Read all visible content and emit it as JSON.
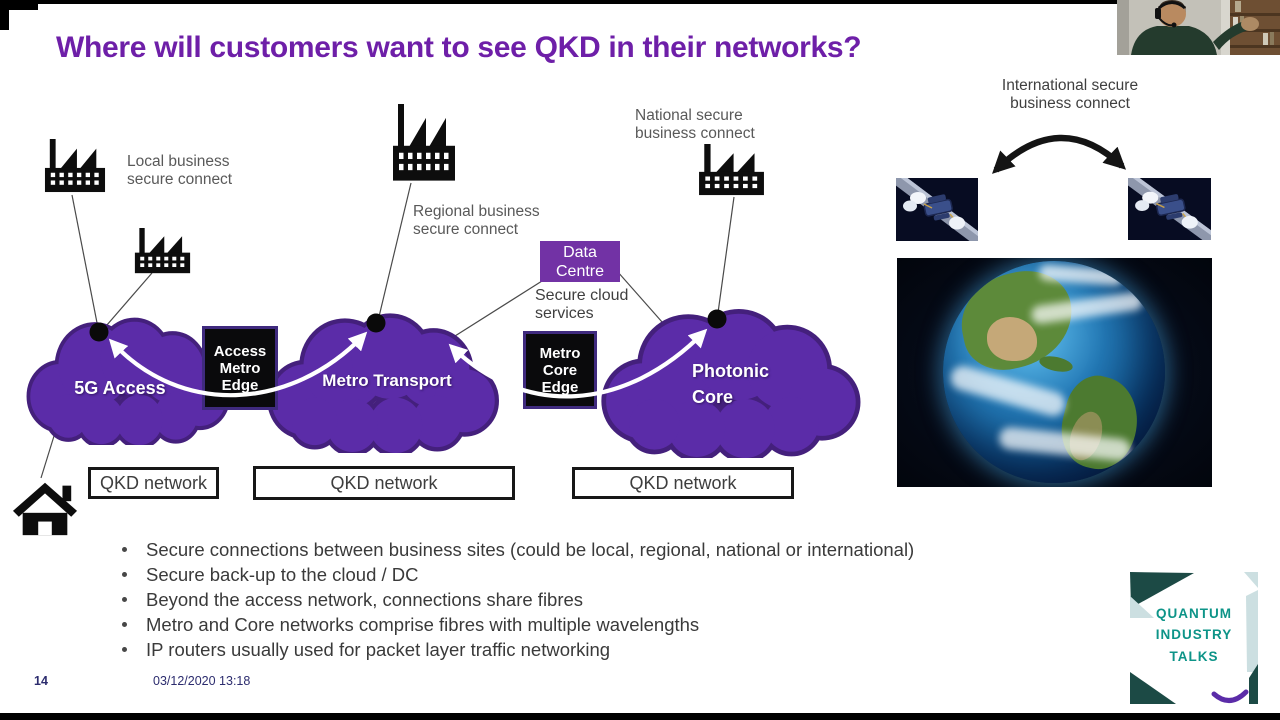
{
  "slide": {
    "title": "Where will customers want to see QKD in their networks?",
    "page_number": "14",
    "timestamp": "03/12/2020 13:18"
  },
  "diagram": {
    "site_labels": {
      "local": [
        "Local business",
        "secure connect"
      ],
      "regional": [
        "Regional business",
        "secure connect"
      ],
      "national": [
        "National secure",
        "business connect"
      ],
      "international": [
        "International secure",
        "business connect"
      ],
      "cloud_services": [
        "Secure cloud",
        "services"
      ]
    },
    "data_centre": [
      "Data",
      "Centre"
    ],
    "clouds": {
      "access": "5G Access",
      "metro": "Metro Transport",
      "core": [
        "Photonic",
        "Core"
      ]
    },
    "edge_nodes": {
      "access_metro": [
        "Access",
        "Metro",
        "Edge"
      ],
      "metro_core": [
        "Metro",
        "Core",
        "Edge"
      ]
    },
    "qkd_networks": [
      "QKD network",
      "QKD network",
      "QKD network"
    ]
  },
  "bullets": [
    "Secure connections between business sites (could be local, regional, national or international)",
    "Secure back-up to the cloud / DC",
    "Beyond the access network, connections share fibres",
    "Metro and Core networks comprise fibres with multiple wavelengths",
    "IP routers usually used for packet layer traffic networking"
  ],
  "logo": {
    "lines": [
      "QUANTUM",
      "INDUSTRY",
      "TALKS"
    ]
  },
  "colors": {
    "title_purple": "#6e1fa8",
    "cloud_purple": "#5b2ca8",
    "data_centre_purple": "#7232a5",
    "logo_teal": "#0d9488",
    "label_gray": "#595959"
  }
}
